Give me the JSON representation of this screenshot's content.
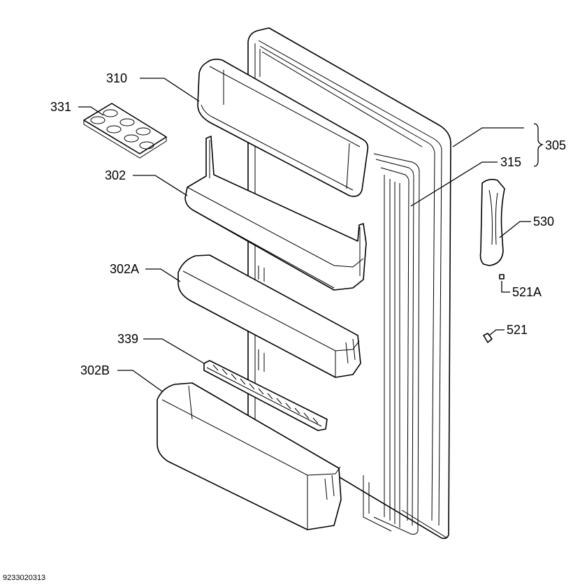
{
  "callouts": [
    {
      "id": "310",
      "text": "310"
    },
    {
      "id": "331",
      "text": "331"
    },
    {
      "id": "302",
      "text": "302"
    },
    {
      "id": "302A",
      "text": "302A"
    },
    {
      "id": "339",
      "text": "339"
    },
    {
      "id": "302B",
      "text": "302B"
    },
    {
      "id": "305",
      "text": "305"
    },
    {
      "id": "315",
      "text": "315"
    },
    {
      "id": "530",
      "text": "530"
    },
    {
      "id": "521A",
      "text": "521A"
    },
    {
      "id": "521",
      "text": "521"
    }
  ],
  "drawing_number": "9233020313"
}
